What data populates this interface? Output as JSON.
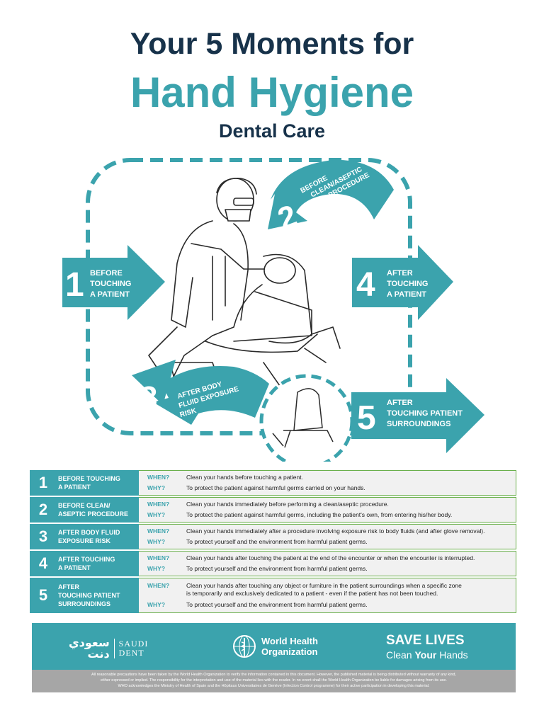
{
  "header": {
    "line1": "Your 5 Moments for",
    "line2": "Hand Hygiene",
    "line3": "Dental Care"
  },
  "diagram": {
    "m1": {
      "num": "1",
      "l1": "BEFORE",
      "l2": "TOUCHING",
      "l3": "A PATIENT"
    },
    "m2": {
      "num": "2",
      "l1": "BEFORE",
      "l2": "CLEAN/ASEPTIC",
      "l3": "PROCEDURE"
    },
    "m3": {
      "num": "3",
      "l1": "AFTER BODY",
      "l2": "FLUID EXPOSURE",
      "l3": "RISK"
    },
    "m4": {
      "num": "4",
      "l1": "AFTER",
      "l2": "TOUCHING",
      "l3": "A PATIENT"
    },
    "m5": {
      "num": "5",
      "l1": "AFTER",
      "l2": "TOUCHING PATIENT",
      "l3": "SURROUNDINGS"
    }
  },
  "table": {
    "when_label": "WHEN?",
    "why_label": "WHY?",
    "rows": [
      {
        "num": "1",
        "l1": "BEFORE TOUCHING",
        "l2": "A PATIENT",
        "l3": "",
        "when": "Clean your hands before touching a patient.",
        "when2": "",
        "why": "To protect the patient against harmful germs carried on your hands."
      },
      {
        "num": "2",
        "l1": "BEFORE CLEAN/",
        "l2": "ASEPTIC PROCEDURE",
        "l3": "",
        "when": "Clean your hands immediately before performing a clean/aseptic procedure.",
        "when2": "",
        "why": "To protect the patient against harmful germs, including the patient's own, from entering his/her body."
      },
      {
        "num": "3",
        "l1": "AFTER BODY FLUID",
        "l2": "EXPOSURE RISK",
        "l3": "",
        "when": "Clean your hands immediately after a procedure involving exposure risk to body fluids (and after glove removal).",
        "when2": "",
        "why": "To protect yourself and the environment from harmful patient germs."
      },
      {
        "num": "4",
        "l1": "AFTER TOUCHING",
        "l2": "A PATIENT",
        "l3": "",
        "when": "Clean your hands after touching the patient at the end of the encounter or when the encounter is interrupted.",
        "when2": "",
        "why": "To protect yourself and the environment from harmful patient germs."
      },
      {
        "num": "5",
        "l1": "AFTER",
        "l2": "TOUCHING PATIENT",
        "l3": "SURROUNDINGS",
        "when": "Clean your hands after touching any object or furniture in the patient surroundings when a specific zone",
        "when2": "is temporarily and exclusively dedicated to a patient - even if the patient has not been touched.",
        "why": "To protect yourself and the environment from harmful patient germs."
      }
    ]
  },
  "footer": {
    "arabic_l1": "سعودي",
    "arabic_l2": "دنت",
    "saudi_l1": "SAUDI",
    "saudi_l2": "DENT",
    "who_l1": "World Health",
    "who_l2": "Organization",
    "save_l1": "SAVE LIVES",
    "save_l2_a": "Clean ",
    "save_l2_b": "Your",
    "save_l2_c": " Hands",
    "disclaimer_1": "All reasonable precautions have been taken by the World Health Organization to verify the information contained in this document. However, the published material is being distributed without warranty of any kind,",
    "disclaimer_2": "either expressed or implied. The responsibility for the interpretation and use of the material lies with the reader. In no event shall the World Health Organization be liable for damages arising from its use.",
    "disclaimer_3": "WHO acknowledges the Ministry of Health of Spain and the Hôpitaux Universitaires de Genève (Infection Control programme) for their active participation in developing this material."
  },
  "colors": {
    "teal": "#3ba3ad",
    "navy": "#17324a",
    "green_border": "#6ab04c",
    "gray": "#a6a6a6"
  }
}
